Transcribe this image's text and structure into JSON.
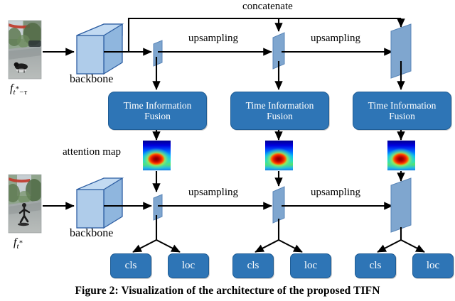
{
  "figure": {
    "number": "Figure 2:",
    "caption_text": "Visualization of the architecture of the proposed TIFN",
    "caption_full": "Figure 2: Visualization of the architecture of the proposed TIFN"
  },
  "labels": {
    "concatenate": "concatenate",
    "upsampling": "upsampling",
    "backbone": "backbone",
    "attention_map": "attention map",
    "time_information_fusion_line1": "Time Information",
    "time_information_fusion_line2": "Fusion",
    "cls": "cls",
    "loc": "loc"
  },
  "inputs": [
    {
      "name": "reference-frame",
      "label_base": "f",
      "label_sub": "t",
      "label_sup": "*",
      "label_tail": "−τ",
      "scene": "street-with-dog"
    },
    {
      "name": "current-frame",
      "label_base": "f",
      "label_sub": "t",
      "label_sup": "*",
      "label_tail": "",
      "scene": "street-with-person"
    }
  ],
  "top_branch": {
    "upsampling_labels": [
      "upsampling",
      "upsampling"
    ],
    "feature_nodes": [
      "feature-map-1",
      "feature-map-2",
      "feature-map-3"
    ],
    "concatenate_label": "concatenate"
  },
  "bottom_branch": {
    "upsampling_labels": [
      "upsampling",
      "upsampling"
    ],
    "feature_nodes": [
      "feature-map-1",
      "feature-map-2",
      "feature-map-3"
    ]
  },
  "fusion_blocks": [
    {
      "line1": "Time Information",
      "line2": "Fusion"
    },
    {
      "line1": "Time Information",
      "line2": "Fusion"
    },
    {
      "line1": "Time Information",
      "line2": "Fusion"
    }
  ],
  "attention_maps": [
    "attention-map-1",
    "attention-map-2",
    "attention-map-3"
  ],
  "heads": [
    {
      "cls": "cls",
      "loc": "loc"
    },
    {
      "cls": "cls",
      "loc": "loc"
    },
    {
      "cls": "cls",
      "loc": "loc"
    }
  ],
  "colors": {
    "box_fill": "#2E75B6",
    "box_border": "#1F5C94",
    "box_text": "#FFFFFF",
    "cube_front": "#AFCCEA",
    "cube_top": "#C2DAF2",
    "cube_side": "#8FB6DE",
    "cube_edge": "#2E5FA3",
    "slab_fill": "#7FA6CF",
    "slab_edge": "#5A86B8",
    "arrow": "#000000",
    "background": "#FFFFFF"
  }
}
